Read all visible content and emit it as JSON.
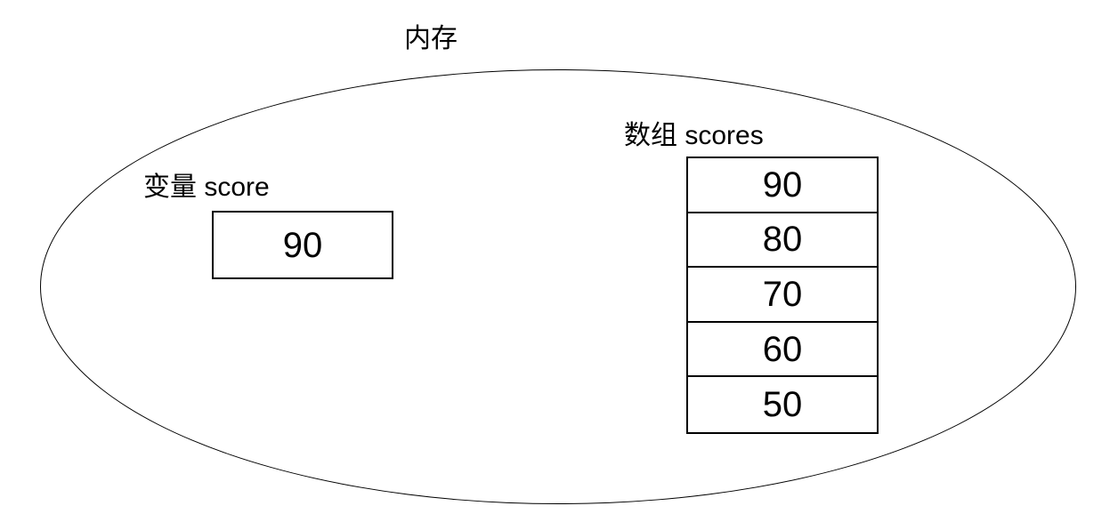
{
  "diagram": {
    "title": "内存",
    "variable": {
      "label": "变量 score",
      "value": "90"
    },
    "array": {
      "label": "数组 scores",
      "values": [
        "90",
        "80",
        "70",
        "60",
        "50"
      ]
    },
    "colors": {
      "line": "#000000",
      "text": "#000000",
      "background": "#ffffff"
    }
  }
}
